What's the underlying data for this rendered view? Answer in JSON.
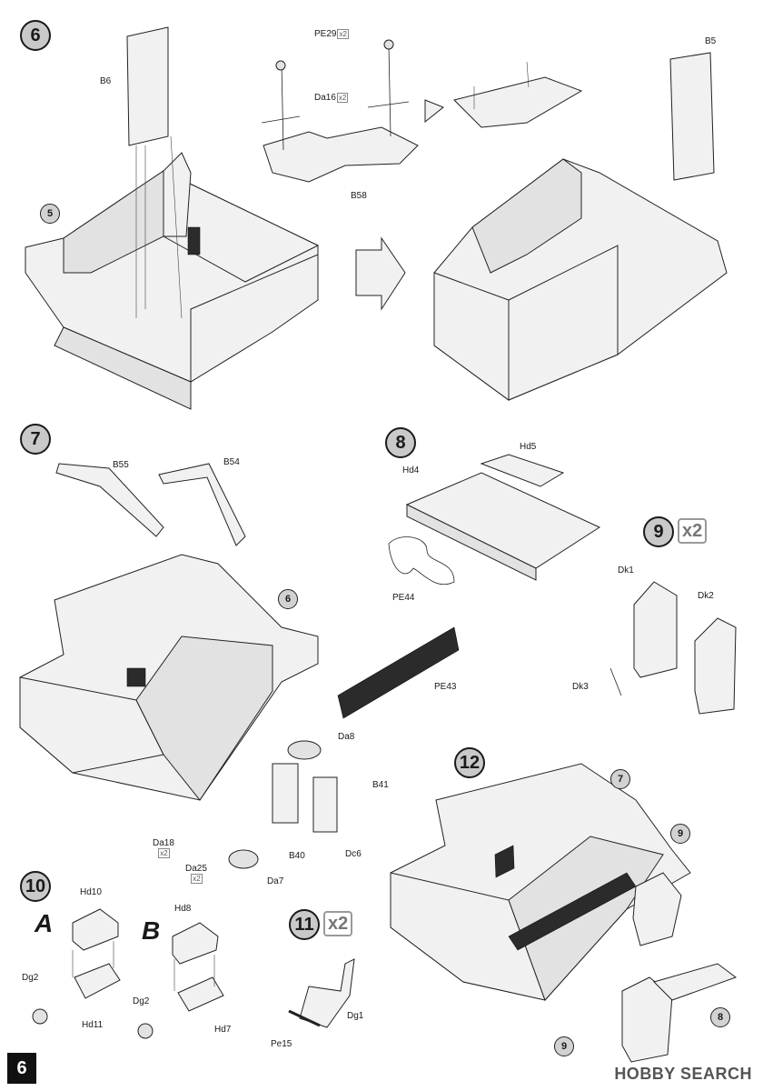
{
  "page_number": "6",
  "watermark": "HOBBY SEARCH",
  "steps": {
    "s6": {
      "number": "6",
      "labels": {
        "b6": "B6",
        "pe29": "PE29",
        "pe29_mult": "x2",
        "da16": "Da16",
        "da16_mult": "x2",
        "b58": "B58",
        "b5": "B5"
      },
      "ref": "5"
    },
    "s7": {
      "number": "7",
      "labels": {
        "b55": "B55",
        "b54": "B54",
        "pe43": "PE43",
        "da8": "Da8",
        "b41": "B41",
        "b40": "B40",
        "dc6": "Dc6",
        "da18": "Da18",
        "da18_mult": "x2",
        "da25": "Da25",
        "da25_mult": "x2",
        "da7": "Da7"
      },
      "ref": "6"
    },
    "s8": {
      "number": "8",
      "labels": {
        "hd4": "Hd4",
        "hd5": "Hd5",
        "pe44": "PE44"
      }
    },
    "s9": {
      "number": "9",
      "mult": "x2",
      "labels": {
        "dk1": "Dk1",
        "dk2": "Dk2",
        "dk3": "Dk3"
      }
    },
    "s10": {
      "number": "10",
      "variant_a": "A",
      "variant_b": "B",
      "labels": {
        "hd10": "Hd10",
        "hd8": "Hd8",
        "dg2_a": "Dg2",
        "hd11": "Hd11",
        "dg2_b": "Dg2",
        "hd7": "Hd7"
      }
    },
    "s11": {
      "number": "11",
      "mult": "x2",
      "labels": {
        "dg1": "Dg1",
        "pe15": "Pe15"
      }
    },
    "s12": {
      "number": "12",
      "refs": {
        "r7": "7",
        "r9a": "9",
        "r8": "8",
        "r9b": "9"
      }
    }
  }
}
